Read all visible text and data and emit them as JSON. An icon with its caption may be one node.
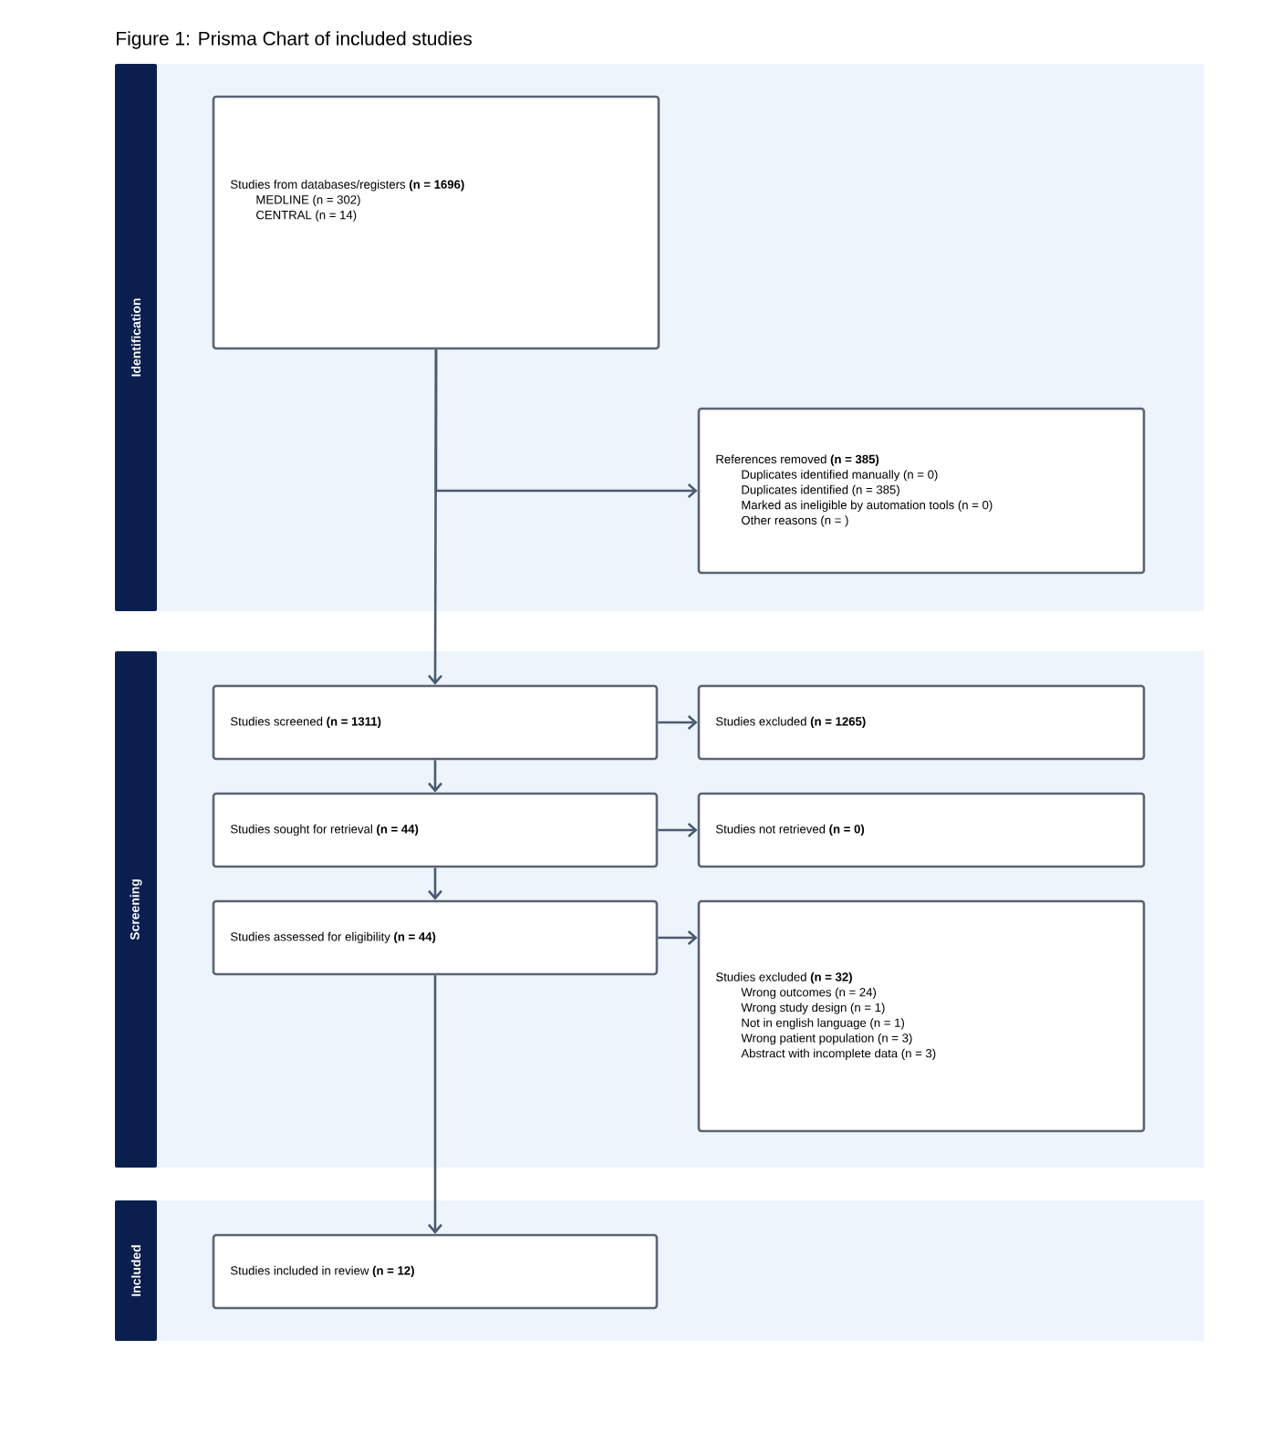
{
  "diagram": {
    "title": "Figure 1: Prisma Chart of included studies",
    "nodes": [
      {
        "text": [
          "Identification"
        ]
      },
      {
        "text": [
          "Studies from databases/registers **(n = 1696)**",
          "MEDLINE (n = 302)",
          "CENTRAL (n = 14)"
        ],
        "in": 0
      },
      {
        "text": [
          "References removed **(n = 385)**",
          "Duplicates identified manually (n = 0)",
          "Duplicates identified (n = 385)",
          "Marked as ineligible by automation tools (n = 0)",
          "Other reasons (n = )"
        ],
        "in": 0
      },
      {
        "text": [
          "Screening"
        ]
      },
      {
        "text": [
          "Studies screened **(n = 1311)**"
        ],
        "in": 3
      },
      {
        "text": [
          "Studies excluded **(n = 1265)**"
        ],
        "in": 3
      },
      {
        "text": [
          "Studies sought for retrieval **(n = 44)**"
        ],
        "in": 3
      },
      {
        "text": [
          "Studies not retrieved **(n = 0)**"
        ],
        "in": 3
      },
      {
        "text": [
          "Studies assessed for eligibility **(n = 44)**"
        ],
        "in": 3
      },
      {
        "text": [
          "Studies excluded **(n = 32)**",
          "Wrong outcomes (n = 24)",
          "Wrong study design (n = 1)",
          "Not in english language (n = 1)",
          "Wrong patient population (n = 3)",
          "Abstract with incomplete data (n = 3)"
        ],
        "in": 3
      },
      {
        "text": [
          "Included"
        ]
      },
      {
        "text": [
          "Studies included in review **(n = 12)**"
        ],
        "in": 10
      }
    ],
    "edges": [
      {
        "from": 1,
        "to": 4,
        "arrow": "to"
      },
      {
        "from": 1,
        "to": 2,
        "arrow": "to"
      },
      {
        "from": 4,
        "to": 5,
        "arrow": "to"
      },
      {
        "from": 4,
        "to": 6,
        "arrow": "to"
      },
      {
        "from": 6,
        "to": 7,
        "arrow": "to"
      },
      {
        "from": 6,
        "to": 8,
        "arrow": "to"
      },
      {
        "from": 8,
        "to": 9,
        "arrow": "to"
      },
      {
        "from": 8,
        "to": 11,
        "arrow": "to"
      }
    ]
  }
}
